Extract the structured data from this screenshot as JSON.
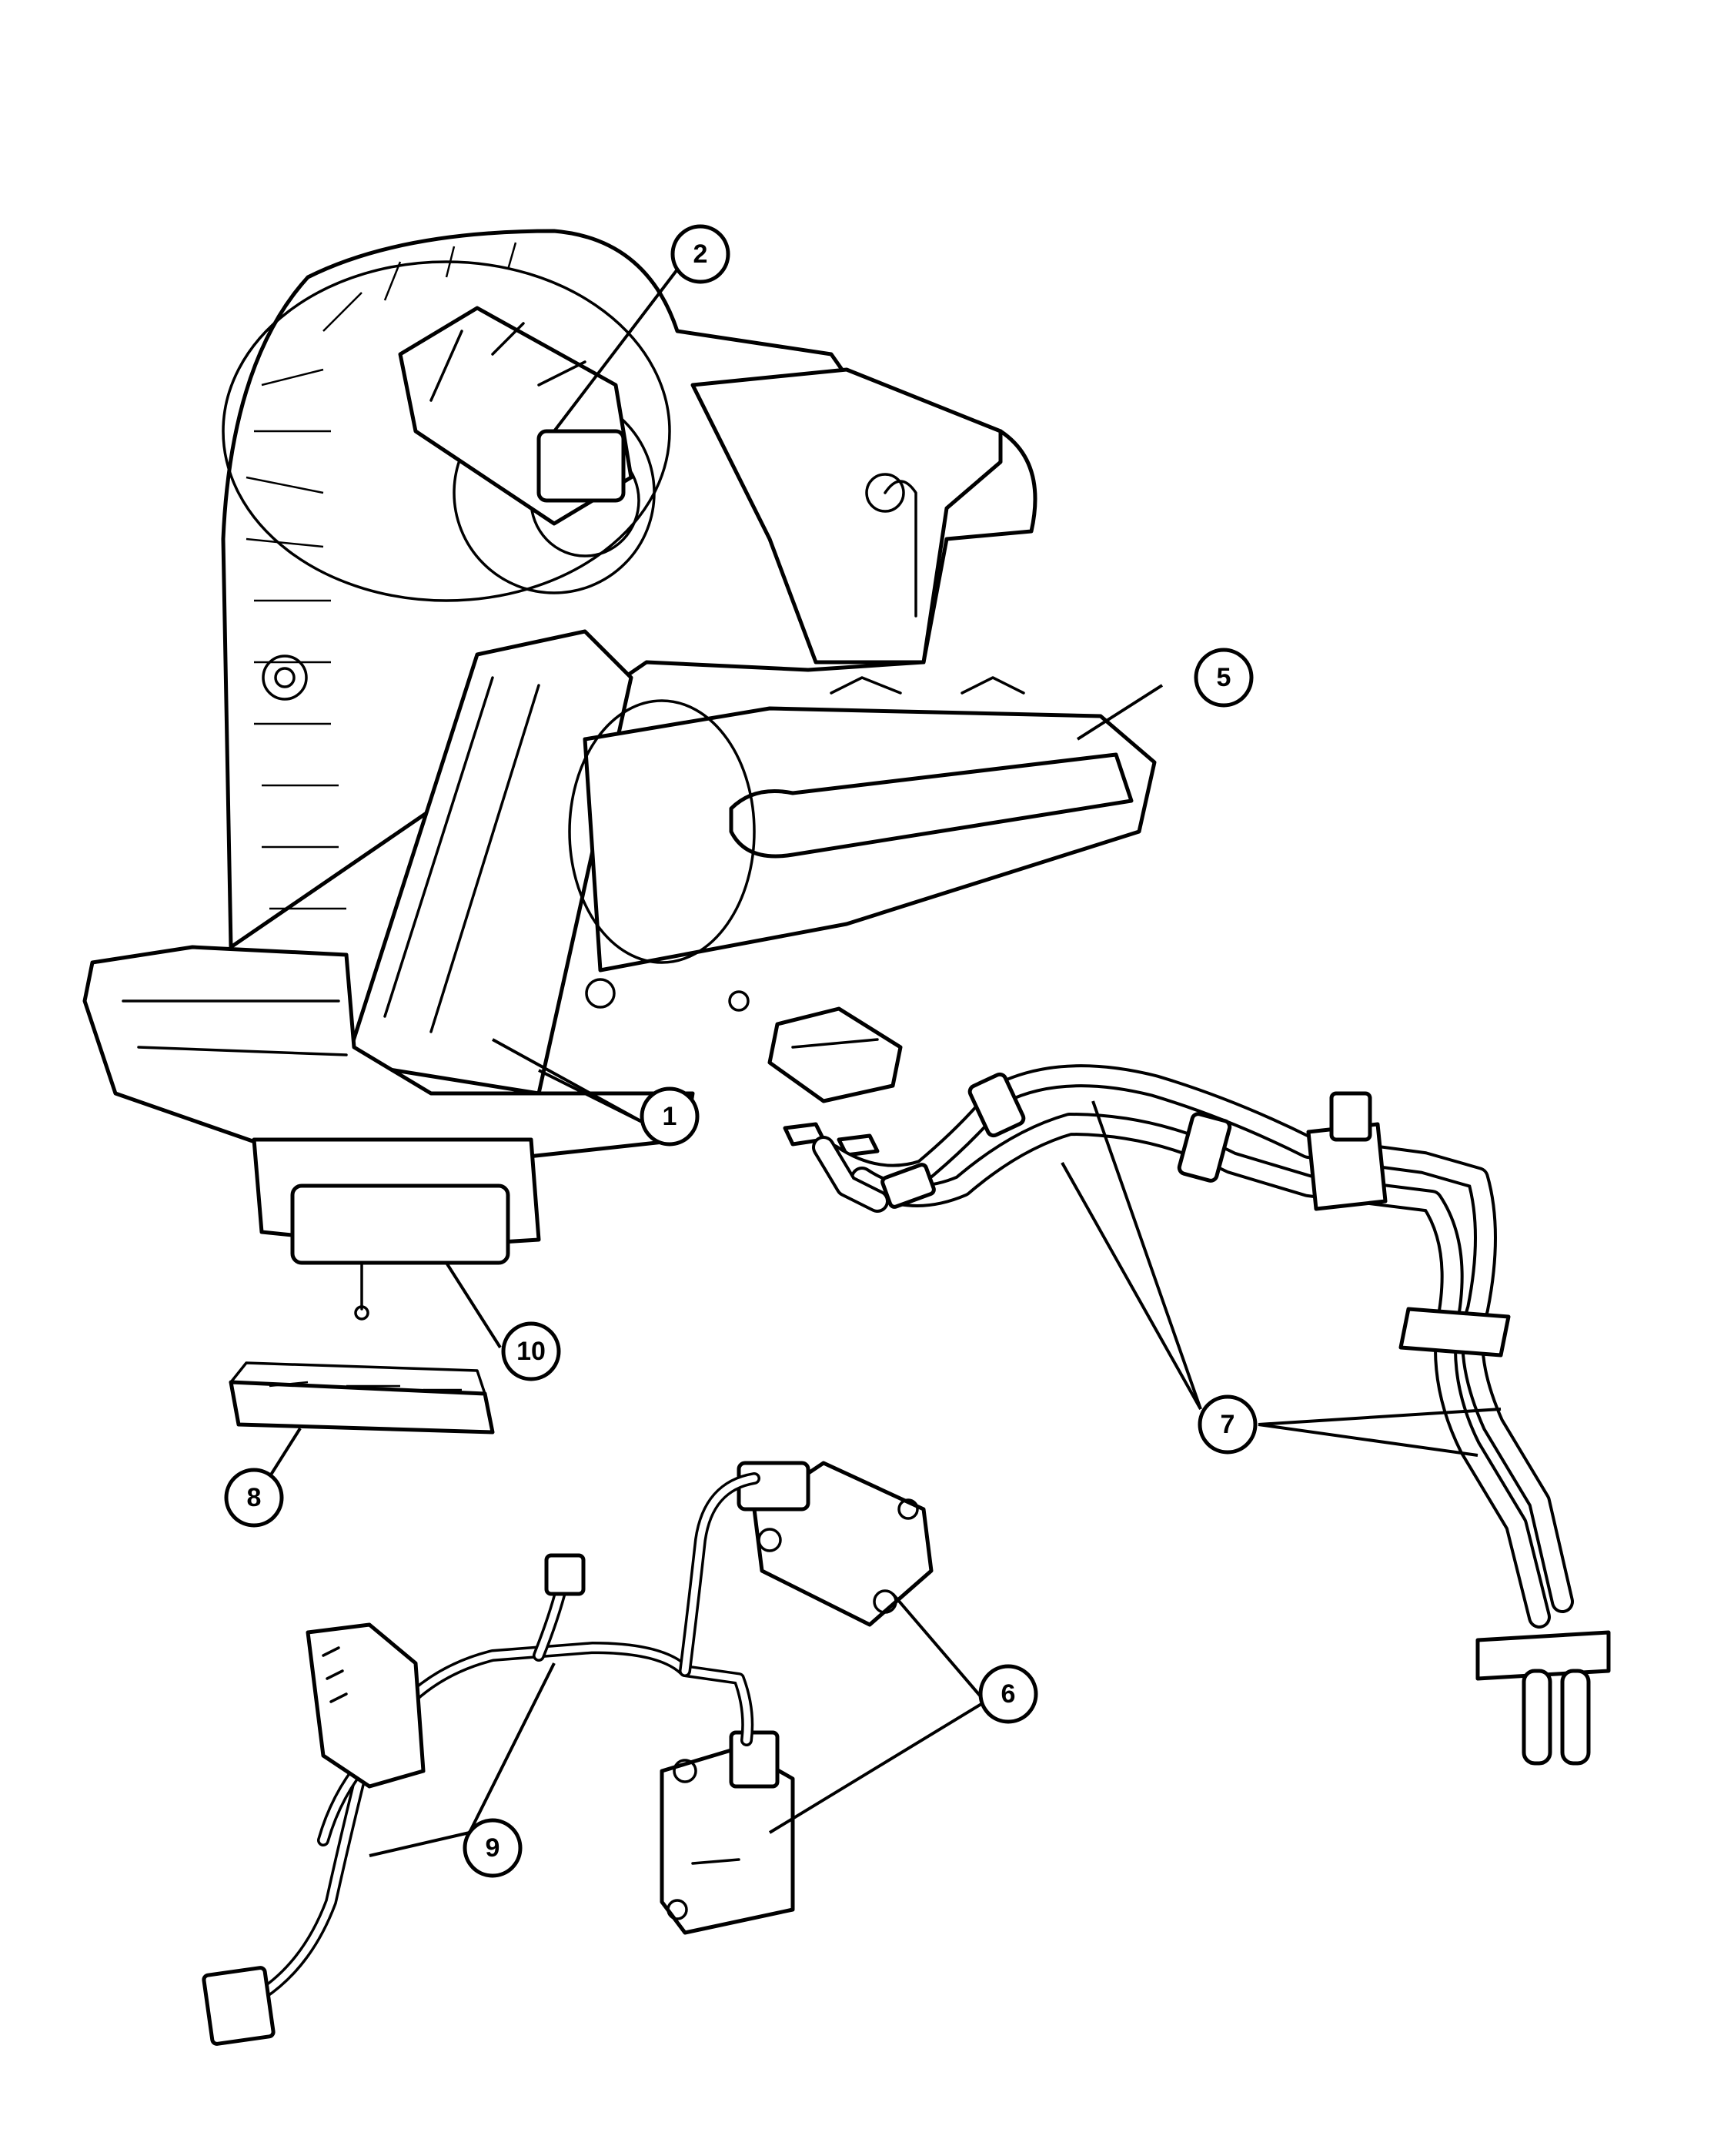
{
  "callouts": [
    {
      "id": "1",
      "label": "1"
    },
    {
      "id": "2",
      "label": "2"
    },
    {
      "id": "5",
      "label": "5"
    },
    {
      "id": "6",
      "label": "6"
    },
    {
      "id": "7",
      "label": "7"
    },
    {
      "id": "8",
      "label": "8"
    },
    {
      "id": "9",
      "label": "9"
    },
    {
      "id": "10",
      "label": "10"
    }
  ],
  "colors": {
    "line": "#000000",
    "background": "#ffffff"
  }
}
